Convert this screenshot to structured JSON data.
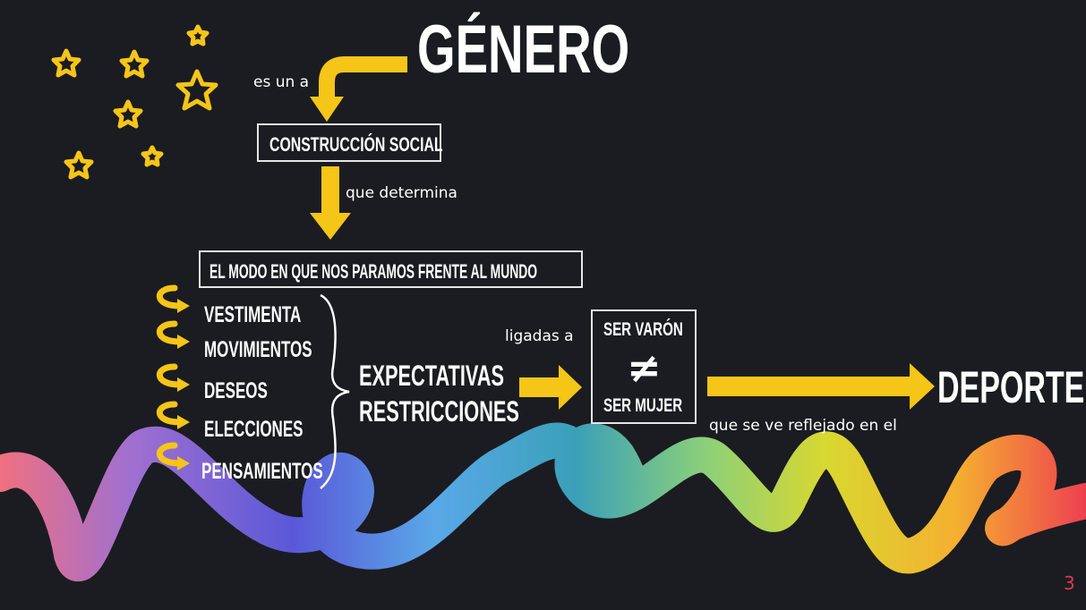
{
  "title": "GÉNERO",
  "connector_1": "es un a",
  "box_1": "CONSTRUCCIÓN SOCIAL",
  "connector_2": "que  determina",
  "box_2": "EL MODO EN QUE NOS PARAMOS FRENTE AL MUNDO",
  "aspects": [
    "VESTIMENTA",
    "MOVIMIENTOS",
    "DESEOS",
    "ELECCIONES",
    "PENSAMIENTOS"
  ],
  "outcomes": [
    "EXPECTATIVAS",
    "RESTRICCIONES"
  ],
  "connector_3": "ligadas  a",
  "binary": {
    "top": "SER VARÓN",
    "symbol": "≠",
    "bottom": "SER MUJER"
  },
  "result": "DEPORTE",
  "connector_4": "que se ve reflejado en el",
  "page_number": "3",
  "colors": {
    "background": "#1b1c21",
    "accent": "#f5c518",
    "text": "#ffffff",
    "page_number": "#e2384d"
  }
}
